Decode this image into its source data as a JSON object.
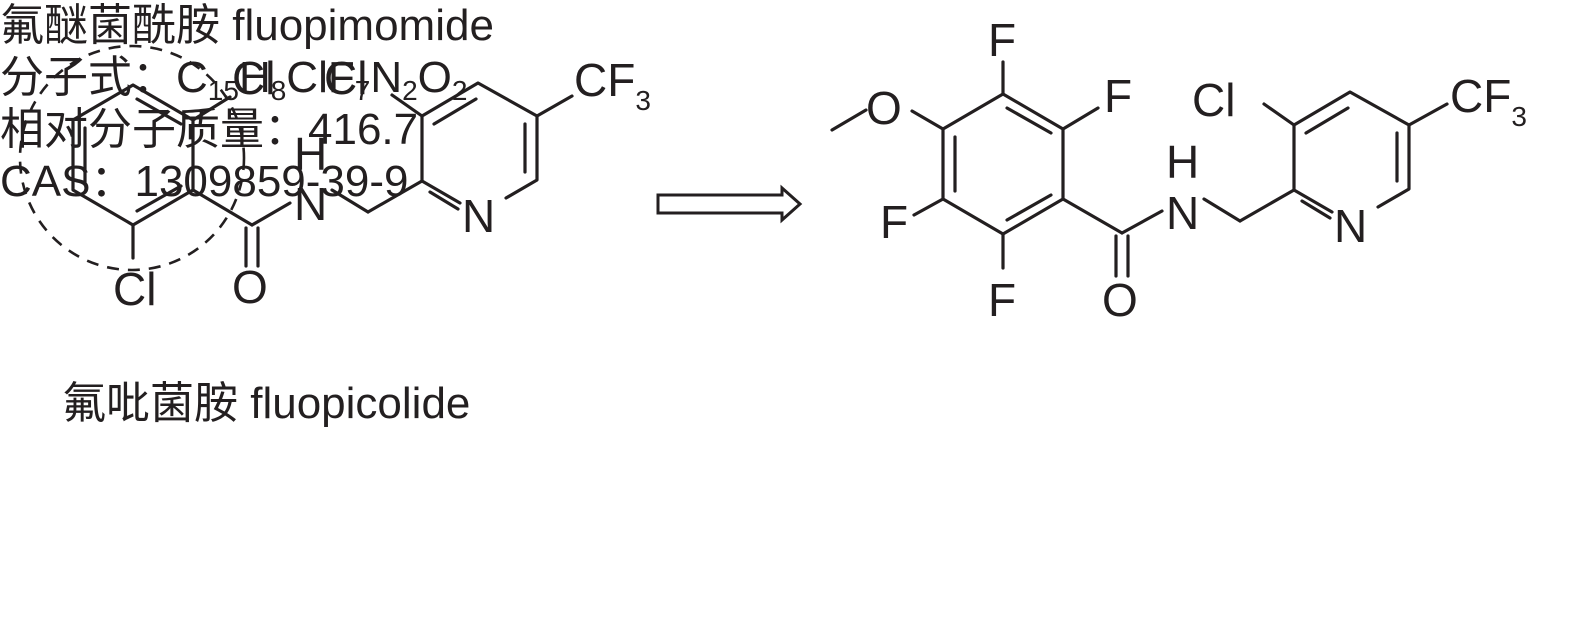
{
  "left_compound": {
    "name_cn": "氟吡菌胺",
    "name_en": "fluopicolide",
    "atoms": {
      "cl_top": "Cl",
      "cl_bottom": "Cl",
      "cl_pyridine": "Cl",
      "cf3_main": "CF",
      "cf3_sub": "3",
      "nh_h": "H",
      "nh_n": "N",
      "carbonyl_o": "O",
      "pyridine_n": "N"
    }
  },
  "right_compound": {
    "name_cn": "氟醚菌酰胺",
    "name_en": "fluopimomide",
    "atoms": {
      "methoxy_o": "O",
      "f_top": "F",
      "f_right": "F",
      "f_left": "F",
      "f_bottom": "F",
      "cl_pyridine": "Cl",
      "cf3_main": "CF",
      "cf3_sub": "3",
      "nh_h": "H",
      "nh_n": "N",
      "carbonyl_o": "O",
      "pyridine_n": "N"
    },
    "formula": {
      "label": "分子式：",
      "parts": [
        {
          "t": "C"
        },
        {
          "s": "15"
        },
        {
          "t": "H"
        },
        {
          "s": "8"
        },
        {
          "t": "ClF"
        },
        {
          "s": "7"
        },
        {
          "t": "N"
        },
        {
          "s": "2"
        },
        {
          "t": "O"
        },
        {
          "s": "2"
        }
      ]
    },
    "mass": {
      "label": "相对分子质量：",
      "value": "416.7"
    },
    "cas": {
      "label": "CAS：",
      "value": "1309859-39-9"
    }
  }
}
